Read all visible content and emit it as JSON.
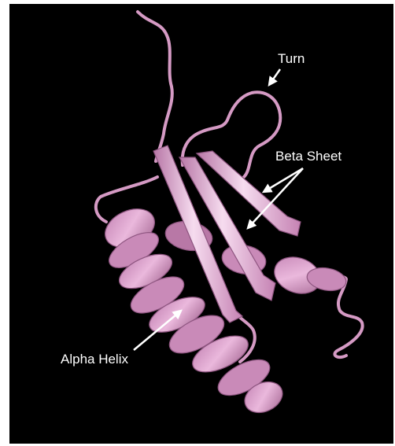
{
  "labels": {
    "turn": "Turn",
    "beta_sheet": "Beta Sheet",
    "alpha_helix": "Alpha Helix"
  },
  "colors": {
    "background": "#000000",
    "ribbon": "#d59ac4",
    "ribbon_dark": "#9a5d8a",
    "ribbon_light": "#f6dcef",
    "label": "#ffffff"
  }
}
